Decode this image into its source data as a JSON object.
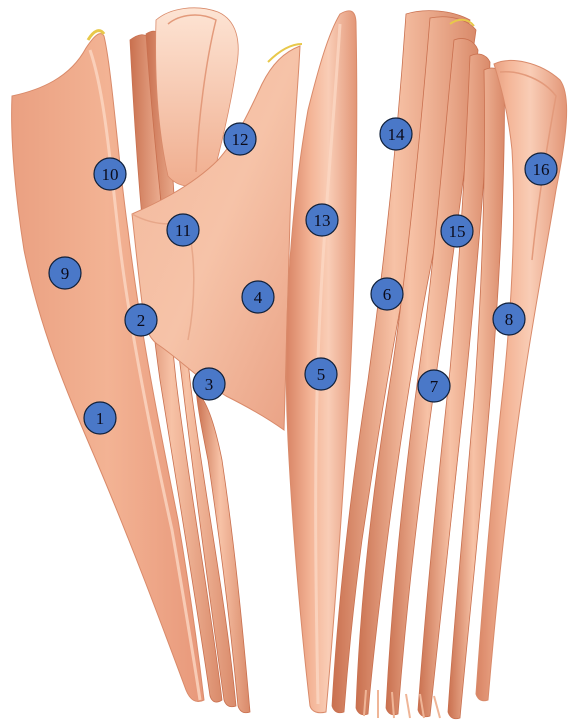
{
  "colors": {
    "background": "#ffffff",
    "muscle_light": "#f8c6ad",
    "muscle_mid": "#eea383",
    "muscle_dark": "#d6805f",
    "muscle_shadow": "#b9654a",
    "tendon_yellow": "#e8c84a",
    "marker_fill": "#4a78c8",
    "marker_stroke": "#10203a",
    "marker_text": "#0b0b1a"
  },
  "labels": [
    {
      "id": "m1",
      "text": "1"
    },
    {
      "id": "m2",
      "text": "2"
    },
    {
      "id": "m3",
      "text": "3"
    },
    {
      "id": "m4",
      "text": "4"
    },
    {
      "id": "m5",
      "text": "5"
    },
    {
      "id": "m6",
      "text": "6"
    },
    {
      "id": "m7",
      "text": "7"
    },
    {
      "id": "m8",
      "text": "8"
    },
    {
      "id": "m9",
      "text": "9"
    },
    {
      "id": "m10",
      "text": "10"
    },
    {
      "id": "m11",
      "text": "11"
    },
    {
      "id": "m12",
      "text": "12"
    },
    {
      "id": "m13",
      "text": "13"
    },
    {
      "id": "m14",
      "text": "14"
    },
    {
      "id": "m15",
      "text": "15"
    },
    {
      "id": "m16",
      "text": "16"
    }
  ]
}
